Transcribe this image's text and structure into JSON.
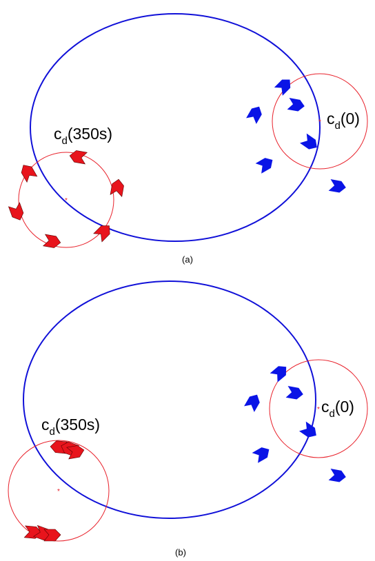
{
  "colors": {
    "trajectory": "#1010d8",
    "formation_circle": "#e8202a",
    "agents_initial": "#0a14e6",
    "agents_final": "#e8141c",
    "text": "#000000"
  },
  "panels": [
    {
      "caption": "(a)",
      "label_start": {
        "main": "c",
        "sub": "d",
        "paren": "(0)"
      },
      "label_end": {
        "main": "c",
        "sub": "d",
        "paren": "(350s)"
      }
    },
    {
      "caption": "(b)",
      "label_start": {
        "main": "c",
        "sub": "d",
        "paren": "(0)"
      },
      "label_end": {
        "main": "c",
        "sub": "d",
        "paren": "(350s)"
      }
    }
  ],
  "icons": {
    "agent": "arrowhead-agent-icon",
    "center": "center-marker-icon"
  }
}
